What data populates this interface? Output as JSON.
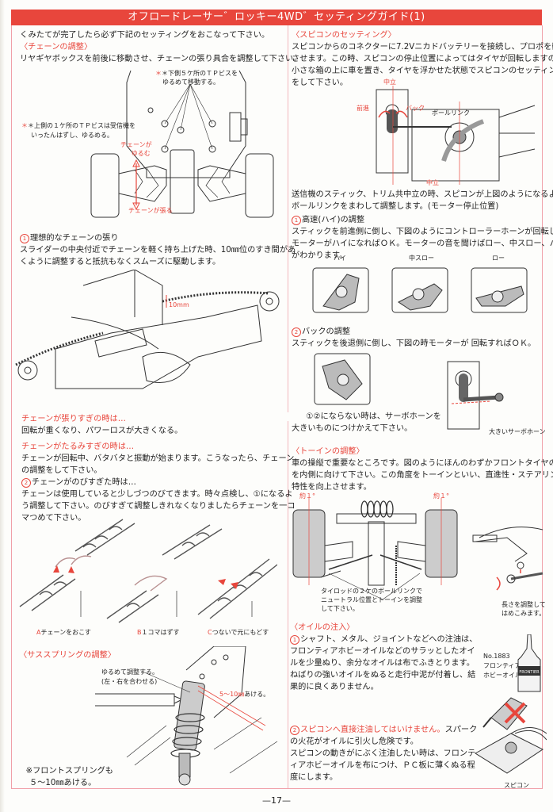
{
  "header": {
    "title": "オフロードレーサー゛ロッキー4WD゛セッティングガイド(1)"
  },
  "left": {
    "intro": "くみたてが完了したら必ず下記のセッティングをおこなって下さい。",
    "chain_section": {
      "heading": "〈チェーンの調整〉",
      "body": "リヤギヤボックスを前後に移動させ、チェーンの張り具合を調整して下さい。",
      "callout_lower": [
        "＊下側５ケ所のＴＰビスを",
        "ゆるめて移動する。"
      ],
      "callout_upper": [
        "＊上側の１ケ所のＴＰビスは受信機を",
        "いったんはずし、ゆるめる。"
      ],
      "label_loosen": [
        "チェーンが",
        "ゆるむ"
      ],
      "label_tighten": "チェーンが張る"
    },
    "ideal": {
      "num": "1",
      "heading": "理想的なチェーンの張り",
      "lines": [
        "スライダーの中央付近でチェーンを軽く持ち上げた時、10㎜位のすき間があ",
        "くように調整すると抵抗もなくスムーズに駆動します。"
      ],
      "gap_label": "10mm"
    },
    "too_tight": {
      "heading": "チェーンが張りすぎの時は…",
      "body": "回転が重くなり、パワーロスが大きくなる。"
    },
    "too_loose": {
      "heading": "チェーンがたるみすぎの時は…",
      "lines": [
        "チェーンが回転中、バタバタと振動が始まります。こうなったら、チェーン",
        "の調整をして下さい。"
      ]
    },
    "stretched": {
      "num": "2",
      "heading": "チェーンがのびすぎた時は…",
      "lines": [
        "チェーンは使用していると少しづつのびてきます。時々点検し、①になるよ",
        "う調整して下さい。のびすぎて調整しきれなくなりましたらチェーンを一コ",
        "マつめて下さい。"
      ]
    },
    "chain_steps": [
      {
        "key": "A",
        "label": "チェーンをおこす"
      },
      {
        "key": "B",
        "label": "１コマはずす"
      },
      {
        "key": "C",
        "label": "つないで元にもどす"
      }
    ],
    "spring_section": {
      "heading": "〈サススプリングの調整〉",
      "adjust_note": [
        "ゆるめて調整する。",
        "(左・右を合わせる)"
      ],
      "gap_note_red": "5～10㎜",
      "gap_note_black": "あける。",
      "front_note": [
        "※フロントスプリングも",
        "５～10㎜あける。"
      ]
    }
  },
  "right": {
    "speedcon": {
      "heading": "〈スピコンのセッティング〉",
      "lines": [
        "スピコンからのコネクターに7.2Vニカドバッテリーを接続し、プロポを動作",
        "させます。この時、スピコンの停止位置によってはタイヤが回転しますので",
        "小さな箱の上に車を置き、タイヤを浮かせた状態でスピコンのセッティング",
        "をして下さい。"
      ],
      "fig_labels": {
        "neutral_top": "中立",
        "forward": "前進",
        "back": "バック",
        "ball_link": "ボールリンク",
        "neutral_bottom": "中立"
      },
      "after_lines": [
        "送信機のスティック、トリム共中立の時、スピコンが上図のようになるよう、",
        "ボールリンクをまわして調整します。(モーター停止位置)"
      ]
    },
    "high": {
      "num": "1",
      "heading": "高速(ハイ)の調整",
      "lines": [
        "スティックを前進側に倒し、下図のようにコントローラーホーンが回転し、",
        "モーターがハイになればＯＫ。モーターの音を聞けばロー、中スロー、ハイ",
        "がわかります。"
      ],
      "positions": [
        "ハイ",
        "中スロー",
        "ロー"
      ]
    },
    "back": {
      "num": "2",
      "heading": "バックの調整",
      "body": "スティックを後退側に倒し、下図の時モーターが 回転すればＯＫ。",
      "note_lines": [
        "①②にならない時は、サーボホーンを",
        "大きいものにつけかえて下さい。"
      ],
      "horn_label": "大きいサーボホーン"
    },
    "toe_in": {
      "heading": "〈トーインの調整〉",
      "lines": [
        "車の操縦で重要なところです。図のようにほんのわずかフロントタイヤの前",
        "を内側に向けて下さい。この角度をトーインといい、直進性・ステアリング",
        "特性を向上させます。"
      ],
      "angle_left": "約１°",
      "angle_right": "約１°",
      "tie_rod_note": [
        "タイロッドの２ケのボールリンクで",
        "ニュートラル位置とトーインを調整",
        "して下さい。"
      ],
      "length_note": [
        "長さを調整して",
        "はめこみます。"
      ]
    },
    "oil": {
      "heading": "〈オイルの注入〉",
      "item1": {
        "num": "1",
        "lines": [
          "シャフト、メタル、ジョイントなどへの注油は、",
          "フロンティアホビーオイルなどのサラッとしたオイ",
          "ルを少量ぬり、余分なオイルは布でふきとります。",
          "ねばりの強いオイルをぬると走行中泥が付着し、結",
          "果的に良くありません。"
        ]
      },
      "product": [
        "No.1883",
        "フロンティア",
        "ホビーオイル"
      ],
      "bottle_label": "FRONTIER",
      "item2": {
        "num": "2",
        "warning": "スピコンへ直接注油してはいけません。",
        "lines_after": [
          "スパーク"
        ],
        "lines": [
          "の火花がオイルに引火し危険です。",
          "スピコンの動きがにぶく注油したい時は、フロンテ",
          "ィアホビーオイルを布につけ、ＰＣ板に薄くぬる程",
          "度にします。"
        ]
      },
      "speedcon_label": "スピコン"
    }
  },
  "footer": {
    "page_number": "—17—"
  },
  "colors": {
    "accent_red": "#e8463c",
    "frame_pink": "#f0a0a8"
  }
}
